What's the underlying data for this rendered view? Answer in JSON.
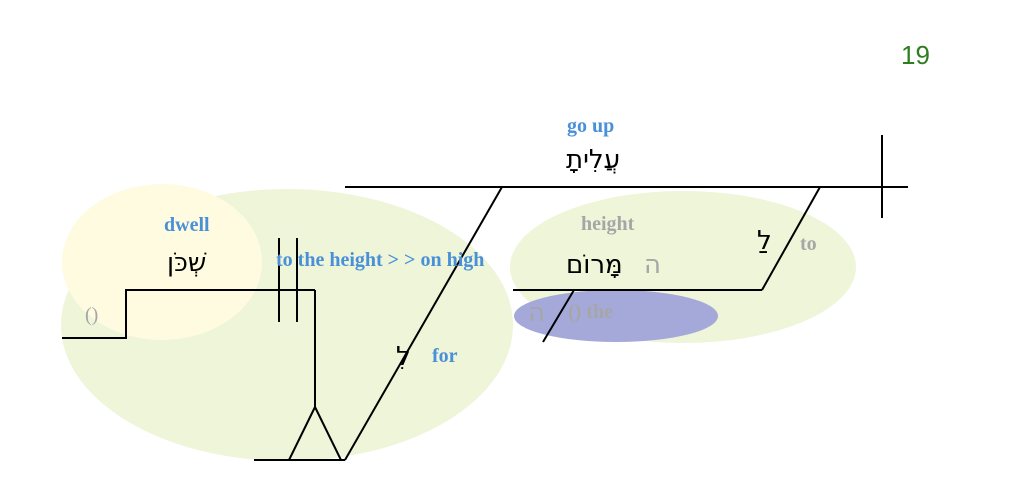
{
  "page_number": "19",
  "colors": {
    "page_number": "#2e7d1e",
    "gloss_blue": "#4a90d9",
    "gloss_gray": "#a6a6a6",
    "bubble_green": "#eef5d8",
    "bubble_yellow": "#fffbe0",
    "bubble_purple": "#a5a9d9",
    "line": "#000000"
  },
  "words": {
    "go_up": {
      "gloss": "go up",
      "hebrew": "עֲלִיתָ"
    },
    "dwell": {
      "gloss": "dwell",
      "hebrew": "שְׁכֹּן"
    },
    "height": {
      "gloss": "height",
      "hebrew": "מָּרוֹם",
      "prefix": "ה"
    },
    "to": {
      "gloss": "to",
      "hebrew": "לַ"
    },
    "for": {
      "gloss": "for",
      "hebrew": "לִ"
    },
    "the": {
      "gloss": "() the",
      "hebrew": "ה"
    },
    "subject_placeholder": "()",
    "phrase_gloss": "to the height > > on high"
  }
}
